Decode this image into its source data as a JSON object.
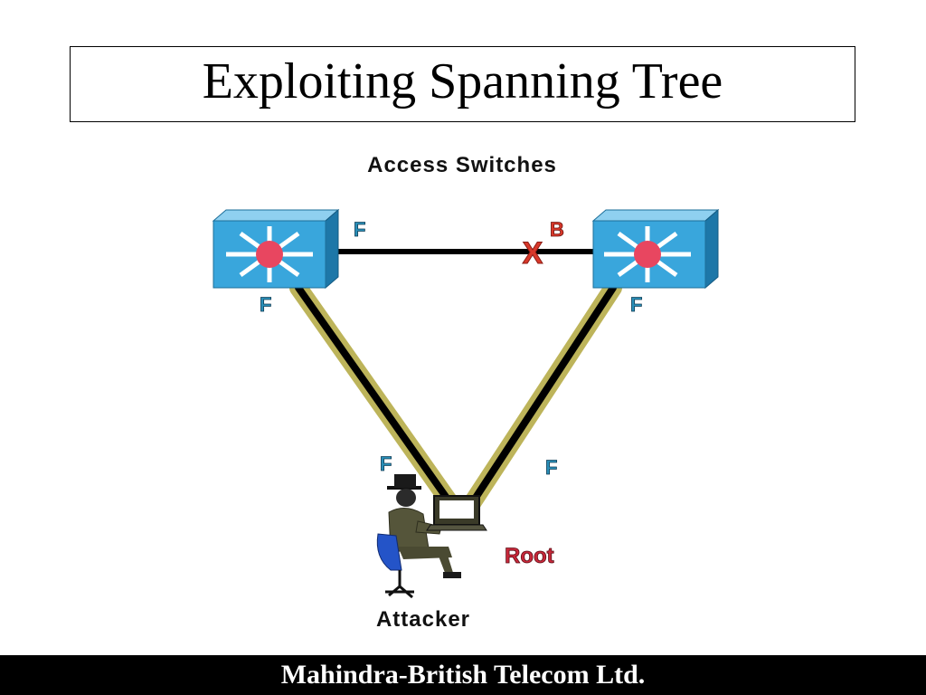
{
  "slide": {
    "title": "Exploiting Spanning Tree",
    "footer": "Mahindra-British Telecom Ltd."
  },
  "diagram": {
    "heading": "Access Switches",
    "port_labels": {
      "left_switch_top": "F",
      "right_switch_top": "B",
      "left_switch_bottom": "F",
      "right_switch_bottom": "F",
      "attacker_left": "F",
      "attacker_right": "F"
    },
    "blocked_marker": "X",
    "root_label": "Root",
    "attacker_label": "Attacker"
  },
  "colors": {
    "switch_face": "#39a6dc",
    "switch_top": "#8fd0f0",
    "switch_side": "#1d77a8",
    "switch_center": "#e84660",
    "trunk_outer": "#bdb45a",
    "block_red": "#d9382a",
    "port_label": "#2a8fb8",
    "root_red": "#c8283a"
  }
}
